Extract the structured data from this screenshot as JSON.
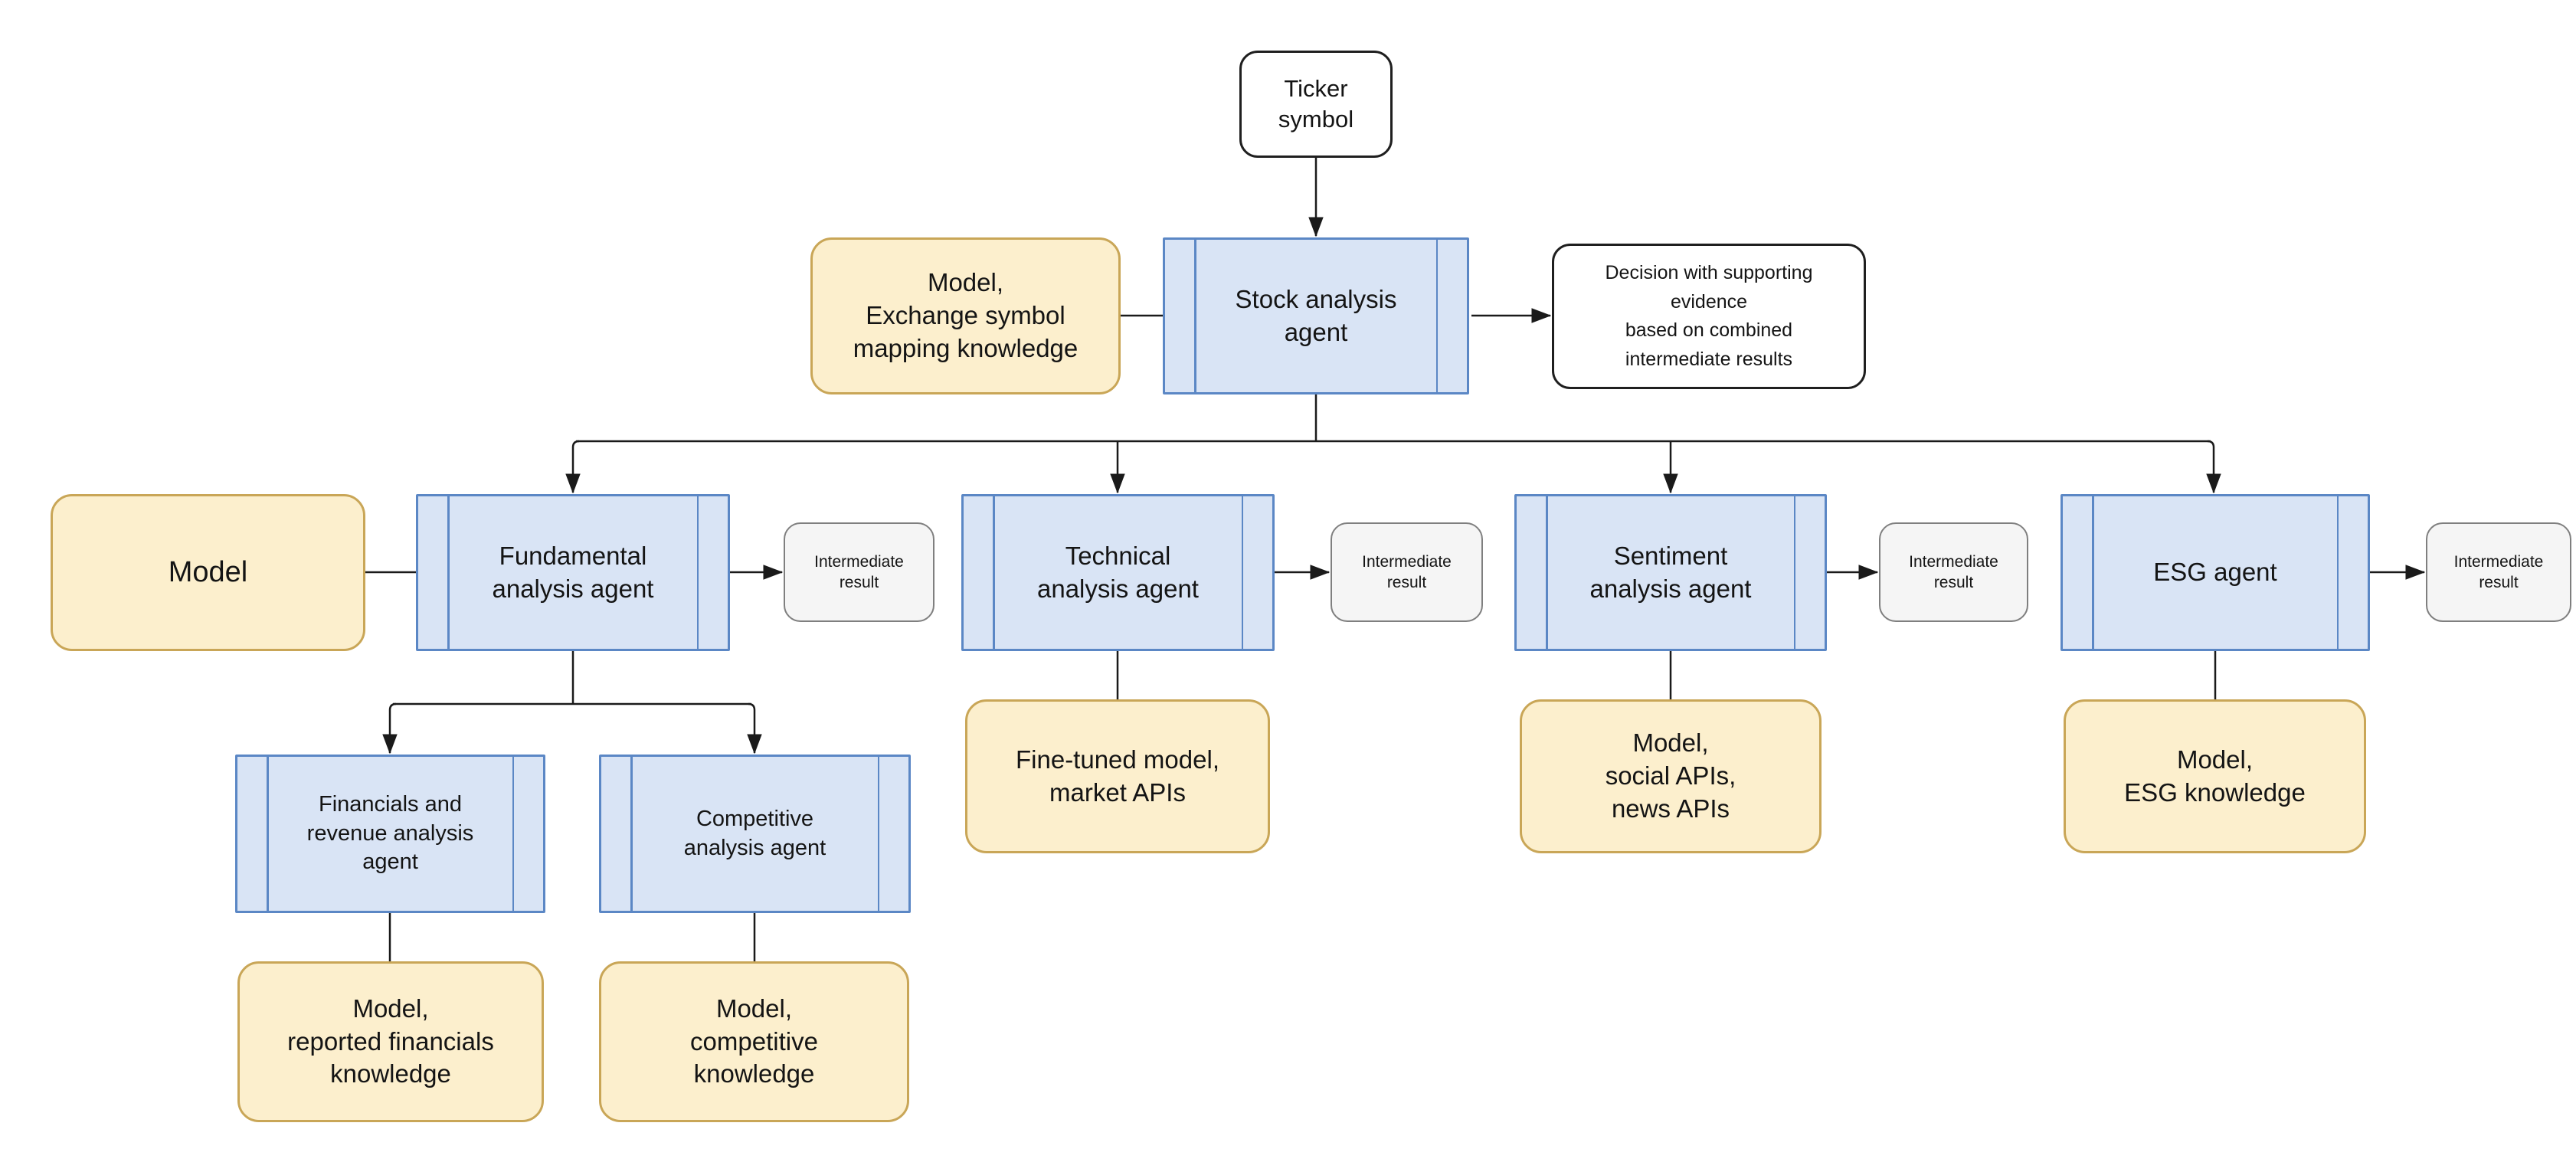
{
  "colors": {
    "agent_fill": "#d9e4f5",
    "agent_border": "#5b87c5",
    "knowledge_fill": "#fcefcd",
    "knowledge_border": "#c9a657",
    "io_fill": "#ffffff",
    "io_border": "#1f1f1f",
    "result_fill": "#f5f5f5",
    "result_border": "#7f7f7f",
    "connector": "#1a1a1a"
  },
  "nodes": {
    "ticker": "Ticker\nsymbol",
    "kb_stock": "Model,\nExchange symbol\nmapping knowledge",
    "stock_agent": "Stock analysis\nagent",
    "decision": "Decision with supporting\nevidence\nbased on combined\nintermediate results",
    "kb_model": "Model",
    "fundamental_agent": "Fundamental\nanalysis agent",
    "technical_agent": "Technical\nanalysis agent",
    "sentiment_agent": "Sentiment\nanalysis agent",
    "esg_agent": "ESG agent",
    "intermediate_result": "Intermediate\nresult",
    "kb_technical": "Fine-tuned model,\nmarket APIs",
    "kb_sentiment": "Model,\nsocial APIs,\nnews APIs",
    "kb_esg": "Model,\nESG knowledge",
    "financials_agent": "Financials and\nrevenue analysis\nagent",
    "competitive_agent": "Competitive\nanalysis agent",
    "kb_financials": "Model,\nreported financials\nknowledge",
    "kb_competitive": "Model,\ncompetitive\nknowledge"
  }
}
